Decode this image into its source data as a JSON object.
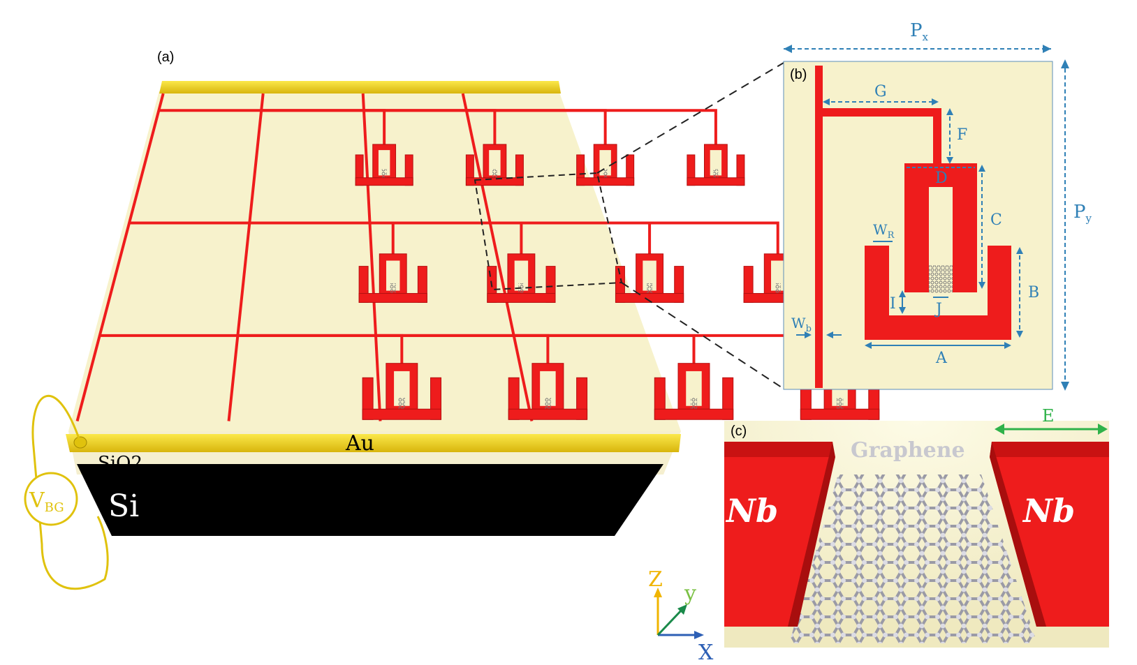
{
  "panels": {
    "a": {
      "label": "(a)",
      "au_label": "Au",
      "sio2_label": "SiO2",
      "si_label": "Si",
      "vbg_label": "V",
      "vbg_sub": "BG"
    },
    "b": {
      "label": "(b)",
      "px_label": "P",
      "px_sub": "x",
      "py_label": "P",
      "py_sub": "y",
      "dims": [
        "G",
        "F",
        "D",
        "C",
        "B",
        "I",
        "J",
        "A"
      ],
      "wr_label": "W",
      "wr_sub": "R",
      "wb_label": "W",
      "wb_sub": "b"
    },
    "c": {
      "label": "(c)",
      "graphene_label": "Graphene",
      "nb_left": "Nb",
      "nb_right": "Nb",
      "e_label": "E"
    }
  },
  "axes": {
    "z": "Z",
    "y": "y",
    "x": "X"
  },
  "colors": {
    "substrate": "#f7f2cc",
    "resonator": "#ee1c1c",
    "resonator_dark": "#b51010",
    "gold": "#f1d31b",
    "silicon": "#000000",
    "dim_blue": "#2f80b6",
    "green": "#2fb24a"
  },
  "grid": {
    "rows": 3,
    "cols": 4
  }
}
